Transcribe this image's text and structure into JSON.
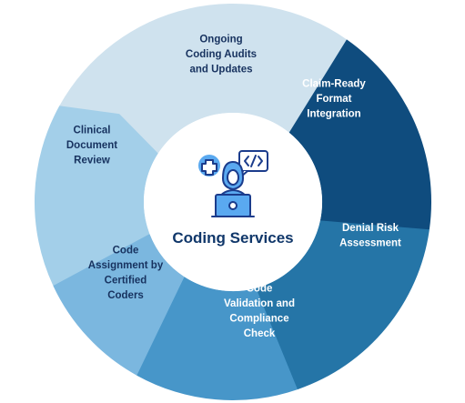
{
  "diagram": {
    "center": {
      "title": "Coding Services",
      "icon": "coder-with-code-and-medical-cross-icon"
    },
    "colors": {
      "center_fill": "#ffffff",
      "center_text": "#10376a",
      "icon_stroke": "#1b3c8c",
      "icon_fill": "#5aa9f0"
    },
    "segments": [
      {
        "id": "ongoing-coding-audits",
        "lines": [
          "Ongoing",
          "Coding Audits",
          "and Updates"
        ],
        "fill": "#cfe2ee",
        "text_color": "#17325f"
      },
      {
        "id": "claim-ready-format",
        "lines": [
          "Claim-Ready",
          "Format",
          "Integration"
        ],
        "fill": "#0f4c7e",
        "text_color": "#ffffff"
      },
      {
        "id": "denial-risk",
        "lines": [
          "Denial Risk",
          "Assessment"
        ],
        "fill": "#2575a7",
        "text_color": "#ffffff"
      },
      {
        "id": "code-validation",
        "lines": [
          "Code",
          "Validation and",
          "Compliance",
          "Check"
        ],
        "fill": "#4796c9",
        "text_color": "#ffffff"
      },
      {
        "id": "code-assignment",
        "lines": [
          "Code",
          "Assignment by",
          "Certified",
          "Coders"
        ],
        "fill": "#7bb7df",
        "text_color": "#17325f"
      },
      {
        "id": "clinical-review",
        "lines": [
          "Clinical",
          "Document",
          "Review"
        ],
        "fill": "#a3cfe9",
        "text_color": "#17325f"
      }
    ]
  }
}
